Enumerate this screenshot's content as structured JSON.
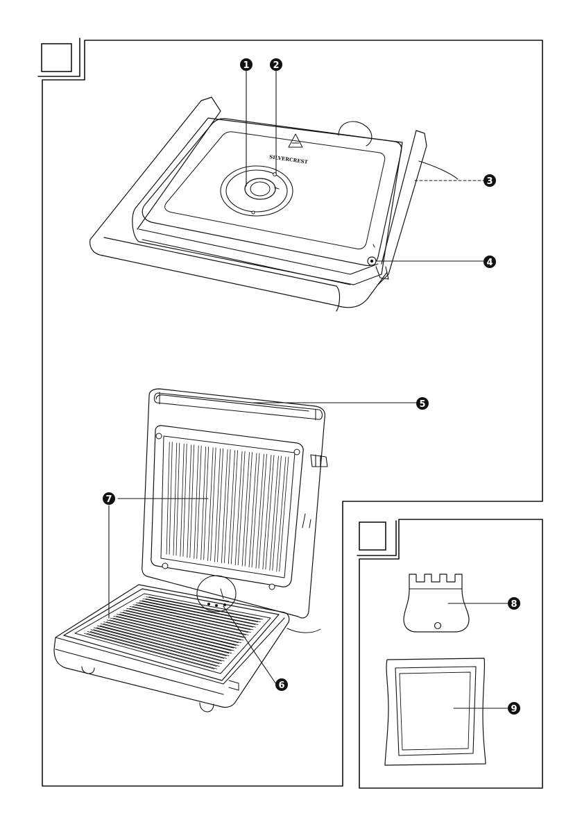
{
  "figure": {
    "panel_main": {
      "tab_label": ""
    },
    "panel_accessories": {
      "tab_label": ""
    },
    "brand": "SILVERCREST",
    "callouts": [
      {
        "number": "1",
        "part": "temperature-control"
      },
      {
        "number": "2",
        "part": "indicator-light"
      },
      {
        "number": "3",
        "part": "power-cord"
      },
      {
        "number": "4",
        "part": "lock-latch"
      },
      {
        "number": "5",
        "part": "handle"
      },
      {
        "number": "6",
        "part": "grease-outlet"
      },
      {
        "number": "7",
        "part": "grill-plates"
      },
      {
        "number": "8",
        "part": "scraper"
      },
      {
        "number": "9",
        "part": "drip-tray"
      }
    ]
  },
  "colors": {
    "ink": "#111111",
    "paper": "#ffffff"
  }
}
